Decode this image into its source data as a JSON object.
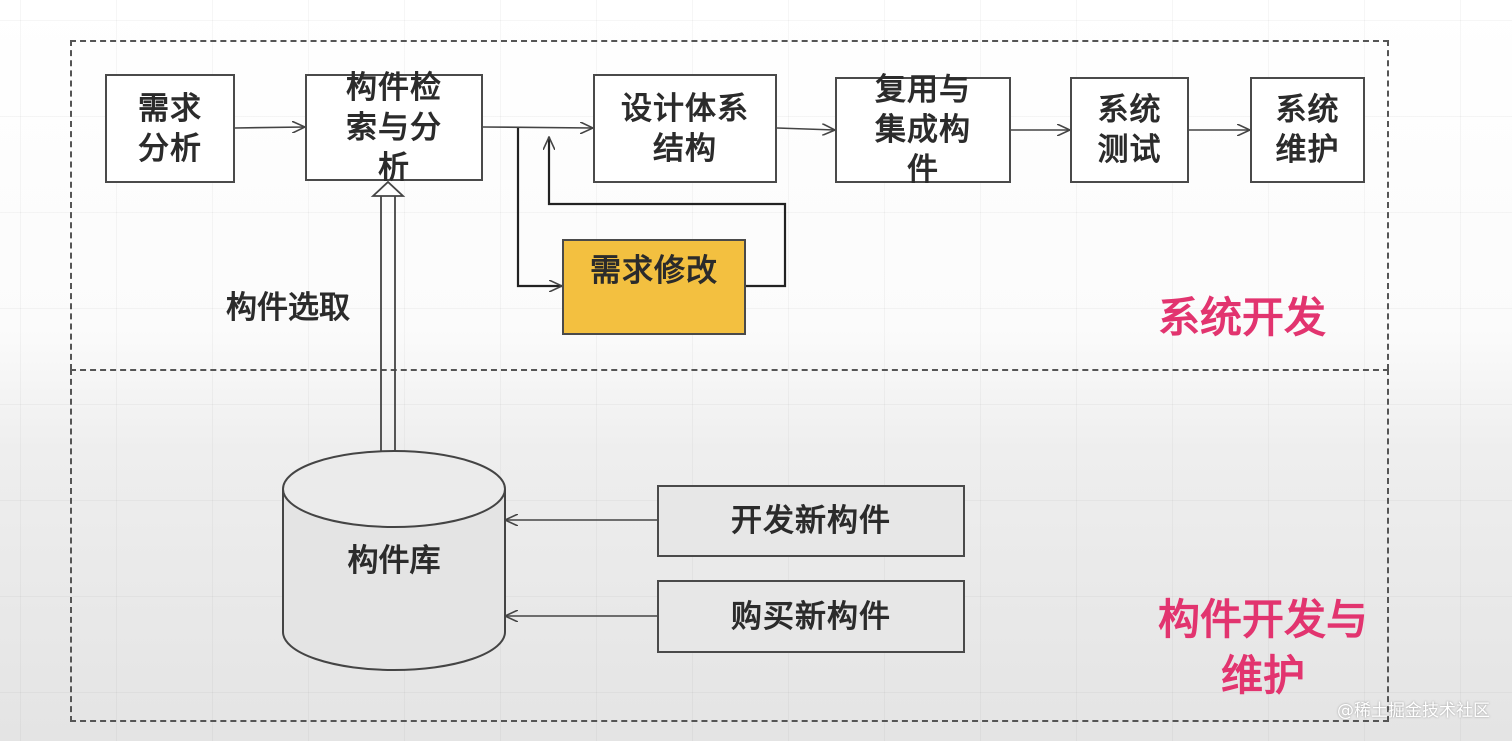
{
  "boxes": {
    "req_analysis": "需求分析",
    "retrieve": "构件检索与分析",
    "design": "设计体系结构",
    "reuse": "复用与集成构件",
    "test": "系统测试",
    "maintain": "系统维护",
    "req_change": "需求修改",
    "develop_new": "开发新构件",
    "buy_new": "购买新构件"
  },
  "labels": {
    "component_select": "构件选取",
    "system_dev": "系统开发",
    "component_dev": "构件开发与维护",
    "repository": "构件库"
  },
  "watermark": "@稀土掘金技术社区",
  "colors": {
    "accent_label": "#e2346f",
    "highlight_box": "#f3c040",
    "box_border": "#4a4a4a"
  }
}
